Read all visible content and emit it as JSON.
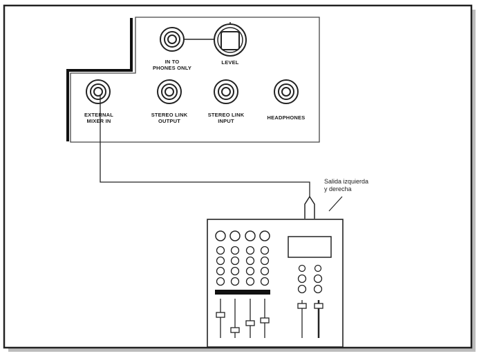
{
  "panel": {
    "jacks": {
      "in_to_phones_only": "IN TO\nPHONES ONLY",
      "level": "LEVEL",
      "external_mixer_in": "EXTERNAL\nMIXER IN",
      "stereo_link_output": "STEREO LINK\nOUTPUT",
      "stereo_link_input": "STEREO LINK\nINPUT",
      "headphones": "HEADPHONES"
    }
  },
  "callout": {
    "text": "Salida izquierda\ny derecha"
  }
}
